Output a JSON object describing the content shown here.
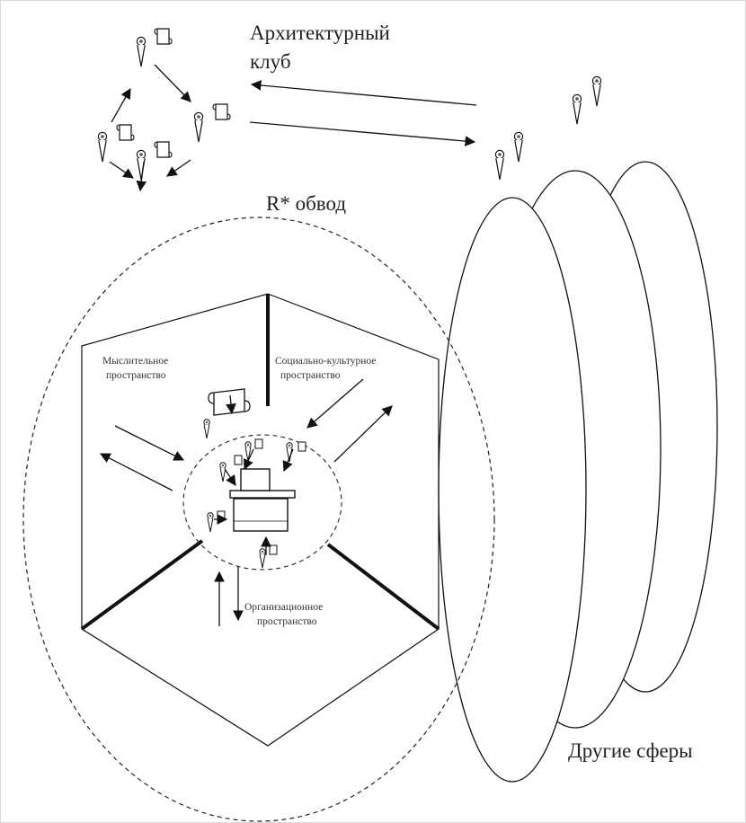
{
  "labels": {
    "club_line1": "Архитектурный",
    "club_line2": "клуб",
    "bypass": "R* обвод",
    "other_spheres": "Другие сферы",
    "mental_line1": "Мыслительное",
    "mental_line2": "пространство",
    "social_line1": "Социально-культурное",
    "social_line2": "пространство",
    "org_line1": "Организационное",
    "org_line2": "пространство"
  },
  "icons": {
    "person": "person-icon",
    "document": "document-icon",
    "workstation": "workstation-icon"
  },
  "colors": {
    "line": "#111111",
    "background": "#ffffff"
  }
}
